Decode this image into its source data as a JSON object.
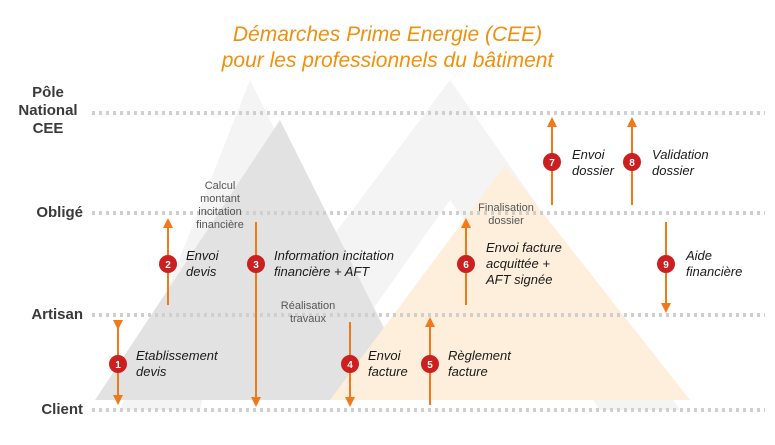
{
  "title": {
    "line1": "Démarches Prime Energie (CEE)",
    "line2": "pour les professionnels du bâtiment"
  },
  "lanes": {
    "pole_line1": "Pôle",
    "pole_line2": "National",
    "pole_line3": "CEE",
    "oblige": "Obligé",
    "artisan": "Artisan",
    "client": "Client"
  },
  "steps": [
    {
      "num": "1",
      "line1": "Etablissement",
      "line2": "devis"
    },
    {
      "num": "2",
      "line1": "Envoi",
      "line2": "devis"
    },
    {
      "num": "3",
      "line1": "Information incitation",
      "line2": "financière + AFT"
    },
    {
      "num": "4",
      "line1": "Envoi",
      "line2": "facture"
    },
    {
      "num": "5",
      "line1": "Règlement",
      "line2": "facture"
    },
    {
      "num": "6",
      "line1": "Envoi facture",
      "line2": "acquittée +",
      "line3": "AFT signée"
    },
    {
      "num": "7",
      "line1": "Envoi",
      "line2": "dossier"
    },
    {
      "num": "8",
      "line1": "Validation",
      "line2": "dossier"
    },
    {
      "num": "9",
      "line1": "Aide",
      "line2": "financière"
    }
  ],
  "notes": {
    "calcul_1": "Calcul",
    "calcul_2": "montant",
    "calcul_3": "incitation",
    "calcul_4": "financière",
    "realisation_1": "Réalisation",
    "realisation_2": "travaux",
    "finalisation_1": "Finalisation",
    "finalisation_2": "dossier"
  },
  "colors": {
    "accent": "#f0900e",
    "arrow": "#f07a1a",
    "badge": "#cc1f1f",
    "dotted_line": "#cfcfcf",
    "triangle_grey": "#e1e1e1",
    "triangle_orange": "#fdf0dd",
    "watermark": "#f3f3f3"
  }
}
